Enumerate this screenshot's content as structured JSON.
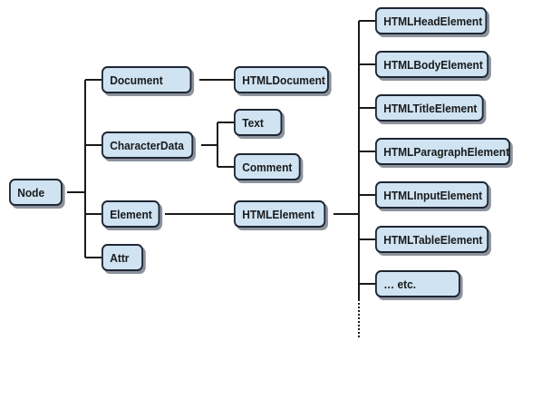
{
  "nodes": {
    "node": "Node",
    "document": "Document",
    "character_data": "CharacterData",
    "element": "Element",
    "attr": "Attr",
    "html_document": "HTMLDocument",
    "text": "Text",
    "comment": "Comment",
    "html_element": "HTMLElement",
    "html_head_element": "HTMLHeadElement",
    "html_body_element": "HTMLBodyElement",
    "html_title_element": "HTMLTitleElement",
    "html_paragraph_element": "HTMLParagraphElement",
    "html_input_element": "HTMLInputElement",
    "html_table_element": "HTMLTableElement",
    "etc": "… etc."
  },
  "colors": {
    "box_fill": "#cfe3f2",
    "box_border": "#1f2633",
    "box_shadow": "#8c939c",
    "line": "#1a1a1a"
  }
}
